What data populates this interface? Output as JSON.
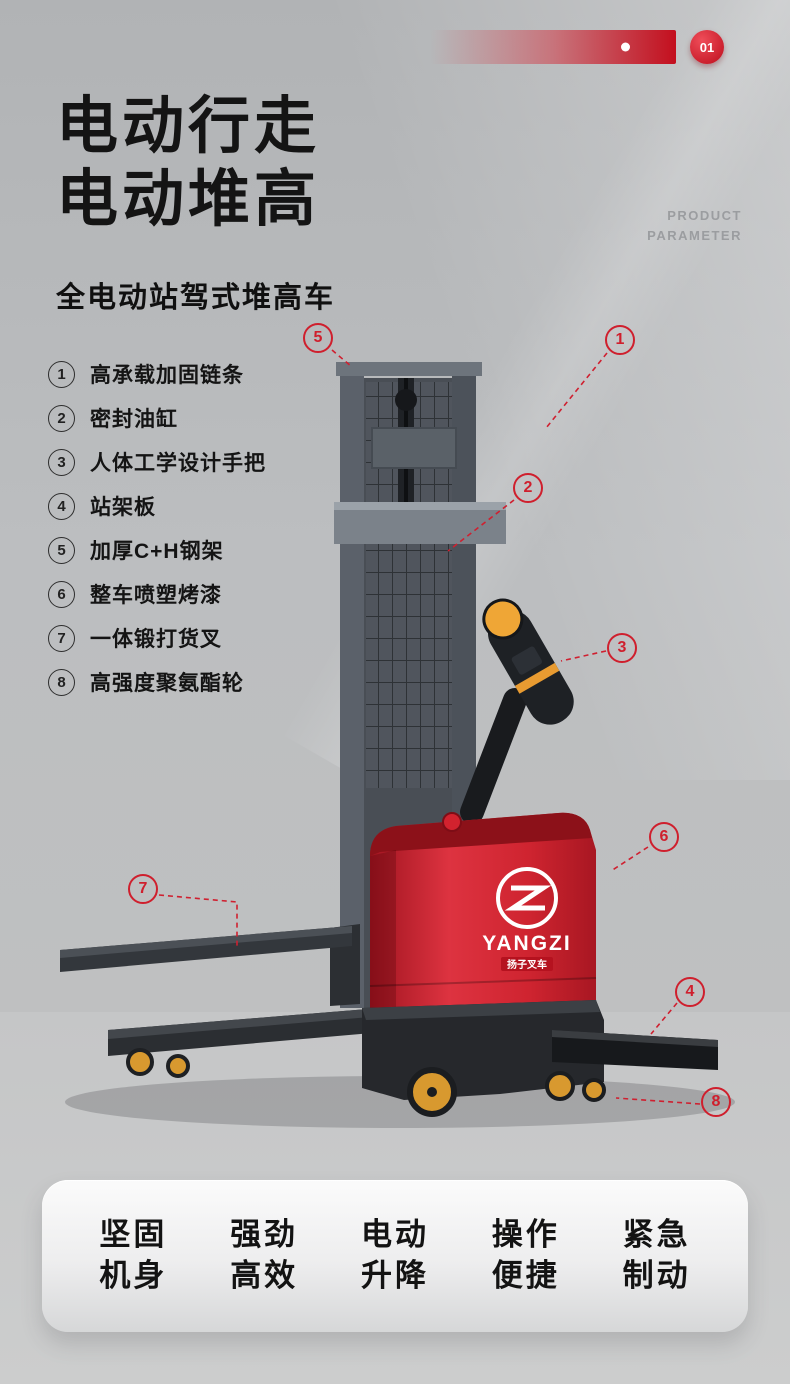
{
  "page": {
    "page_number": "01"
  },
  "header": {
    "title_line1": "电动行走",
    "title_line2": "电动堆高",
    "watermark_line1": "PRODUCT",
    "watermark_line2": "PARAMETER",
    "subtitle": "全电动站驾式堆高车"
  },
  "features": [
    {
      "num": "1",
      "label": "高承载加固链条"
    },
    {
      "num": "2",
      "label": "密封油缸"
    },
    {
      "num": "3",
      "label": "人体工学设计手把"
    },
    {
      "num": "4",
      "label": "站架板"
    },
    {
      "num": "5",
      "label": "加厚C+H钢架"
    },
    {
      "num": "6",
      "label": "整车喷塑烤漆"
    },
    {
      "num": "7",
      "label": "一体锻打货叉"
    },
    {
      "num": "8",
      "label": "高强度聚氨酯轮"
    }
  ],
  "callouts": [
    {
      "num": "1"
    },
    {
      "num": "2"
    },
    {
      "num": "3"
    },
    {
      "num": "4"
    },
    {
      "num": "5"
    },
    {
      "num": "6"
    },
    {
      "num": "7"
    },
    {
      "num": "8"
    }
  ],
  "product": {
    "brand": "YANGZI",
    "brand_tag": "扬子叉车"
  },
  "bottom_features": [
    {
      "line1": "坚固",
      "line2": "机身"
    },
    {
      "line1": "强劲",
      "line2": "高效"
    },
    {
      "line1": "电动",
      "line2": "升降"
    },
    {
      "line1": "操作",
      "line2": "便捷"
    },
    {
      "line1": "紧急",
      "line2": "制动"
    }
  ],
  "colors": {
    "accent_red": "#cf1f2d",
    "body_red": "#d22836",
    "wheel_orange": "#d8992f",
    "wall_gray": "#bcbec0",
    "floor_gray": "#c9caca"
  }
}
